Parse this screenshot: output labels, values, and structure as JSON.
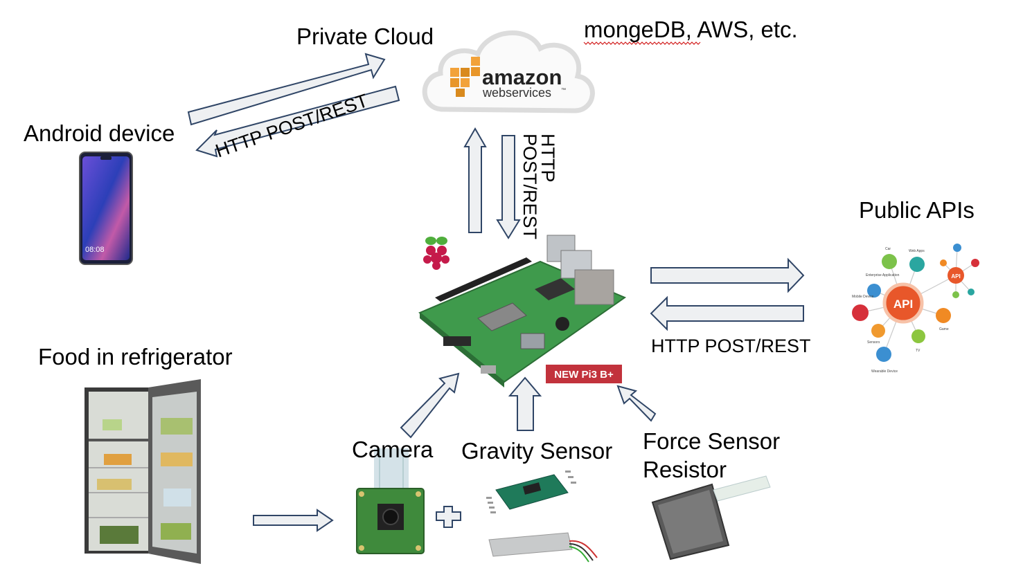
{
  "labels": {
    "private_cloud": "Private Cloud",
    "cloud_services": "mongeDB, AWS, etc.",
    "android_device": "Android device",
    "http_post_rest_android": "HTTP POST/REST",
    "http_post_rest_cloud": "HTTP POST/REST",
    "public_apis": "Public APIs",
    "http_post_rest_api": "HTTP POST/REST",
    "food_in_refrigerator": "Food in refrigerator",
    "camera": "Camera",
    "gravity_sensor": "Gravity Sensor",
    "force_sensor_resistor": "Force Sensor Resistor"
  },
  "images": {
    "aws_logo": {
      "line1": "amazon",
      "line2": "webservices",
      "tm": "™"
    },
    "phone": {
      "time": "08:08"
    },
    "pi_badge": "NEW Pi3 B+",
    "api_hub": {
      "center": "API",
      "small_api": "API",
      "nodes": [
        "Car",
        "Web Apps",
        "Enterprise Application",
        "Mobile Device",
        "Sensors",
        "Wearable Device",
        "TV",
        "Game"
      ]
    }
  },
  "colors": {
    "arrow_fill": "#eef0f2",
    "arrow_stroke": "#2f4566",
    "pi_board": "#3f9a4c",
    "api_orange": "#e8572a",
    "aws_orange": "#f2a23a",
    "badge_red": "#c2323c"
  }
}
